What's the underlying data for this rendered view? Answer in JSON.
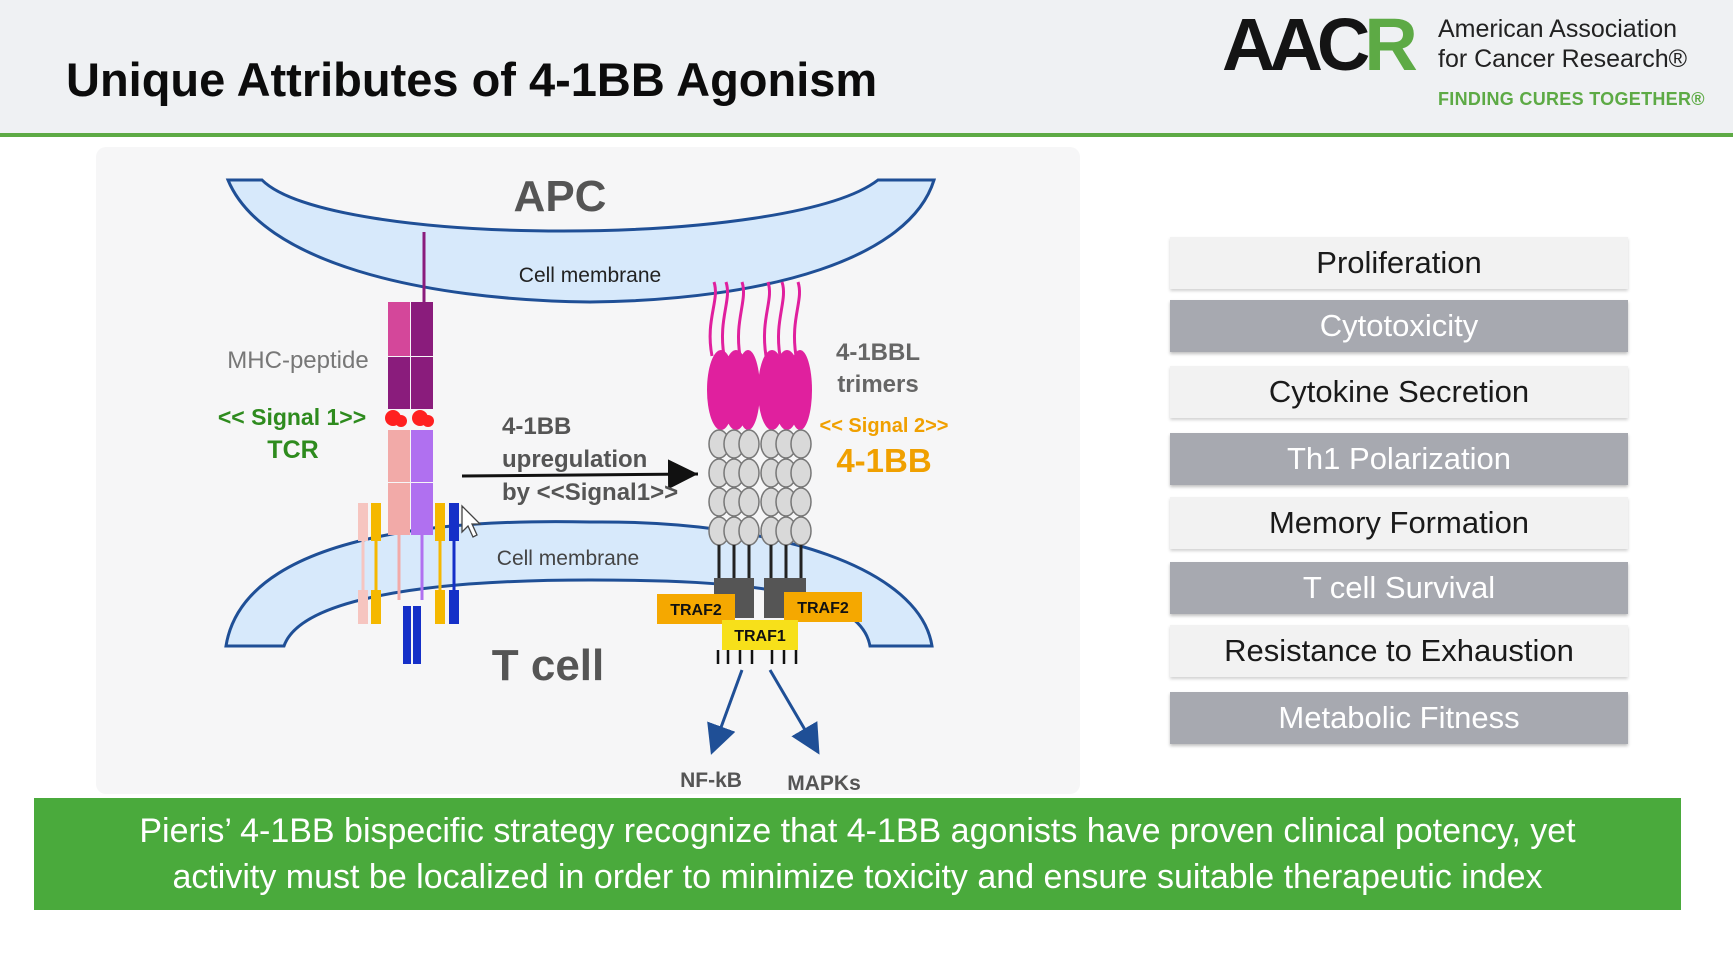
{
  "slide": {
    "title": "Unique Attributes of 4-1BB Agonism"
  },
  "logo": {
    "mark_main": "AAC",
    "mark_accent": "R",
    "line1": "American Association",
    "line2": "for Cancer Research®",
    "tagline": "FINDING CURES TOGETHER®",
    "colors": {
      "accent": "#5daa45",
      "mark": "#141414"
    }
  },
  "diagram": {
    "apc_label": "APC",
    "apc_membrane_label": "Cell membrane",
    "tcell_membrane_label": "Cell membrane",
    "tcell_label": "T cell",
    "mhc_label": "MHC-peptide",
    "signal1_label": "<< Signal 1>>",
    "tcr_label": "TCR",
    "upregulation": [
      "4-1BB",
      "upregulation",
      "by <<Signal1>>"
    ],
    "ligand_label": [
      "4-1BBL",
      "trimers"
    ],
    "signal2_label": "<< Signal 2>>",
    "receptor_label": "4-1BB",
    "traf_left": "TRAF2",
    "traf_right": "TRAF2",
    "traf_center": "TRAF1",
    "pathway_left": "NF-kB",
    "pathway_right": "MAPKs",
    "colors": {
      "membrane": "#d7e9fb",
      "membrane_edge": "#1f4f96",
      "ligand": "#e0209e",
      "receptor": "#d9d9d9",
      "traf": "#f5a800",
      "traf1": "#f7e01a",
      "signal1": "#2e8b1e",
      "signal2": "#f0a000",
      "arrow": "#1f4f96"
    }
  },
  "attributes": [
    {
      "label": "Proliferation",
      "style": "light"
    },
    {
      "label": "Cytotoxicity",
      "style": "dark"
    },
    {
      "label": "Cytokine Secretion",
      "style": "light"
    },
    {
      "label": "Th1 Polarization",
      "style": "dark"
    },
    {
      "label": "Memory Formation",
      "style": "light"
    },
    {
      "label": "T cell Survival",
      "style": "dark"
    },
    {
      "label": "Resistance to Exhaustion",
      "style": "light"
    },
    {
      "label": "Metabolic Fitness",
      "style": "dark"
    }
  ],
  "banner": {
    "line1": "Pieris’ 4-1BB bispecific strategy recognize that 4-1BB agonists have proven clinical potency, yet",
    "line2": "activity must be localized in order to minimize toxicity and ensure suitable therapeutic index",
    "color": "#4aaa3c"
  }
}
